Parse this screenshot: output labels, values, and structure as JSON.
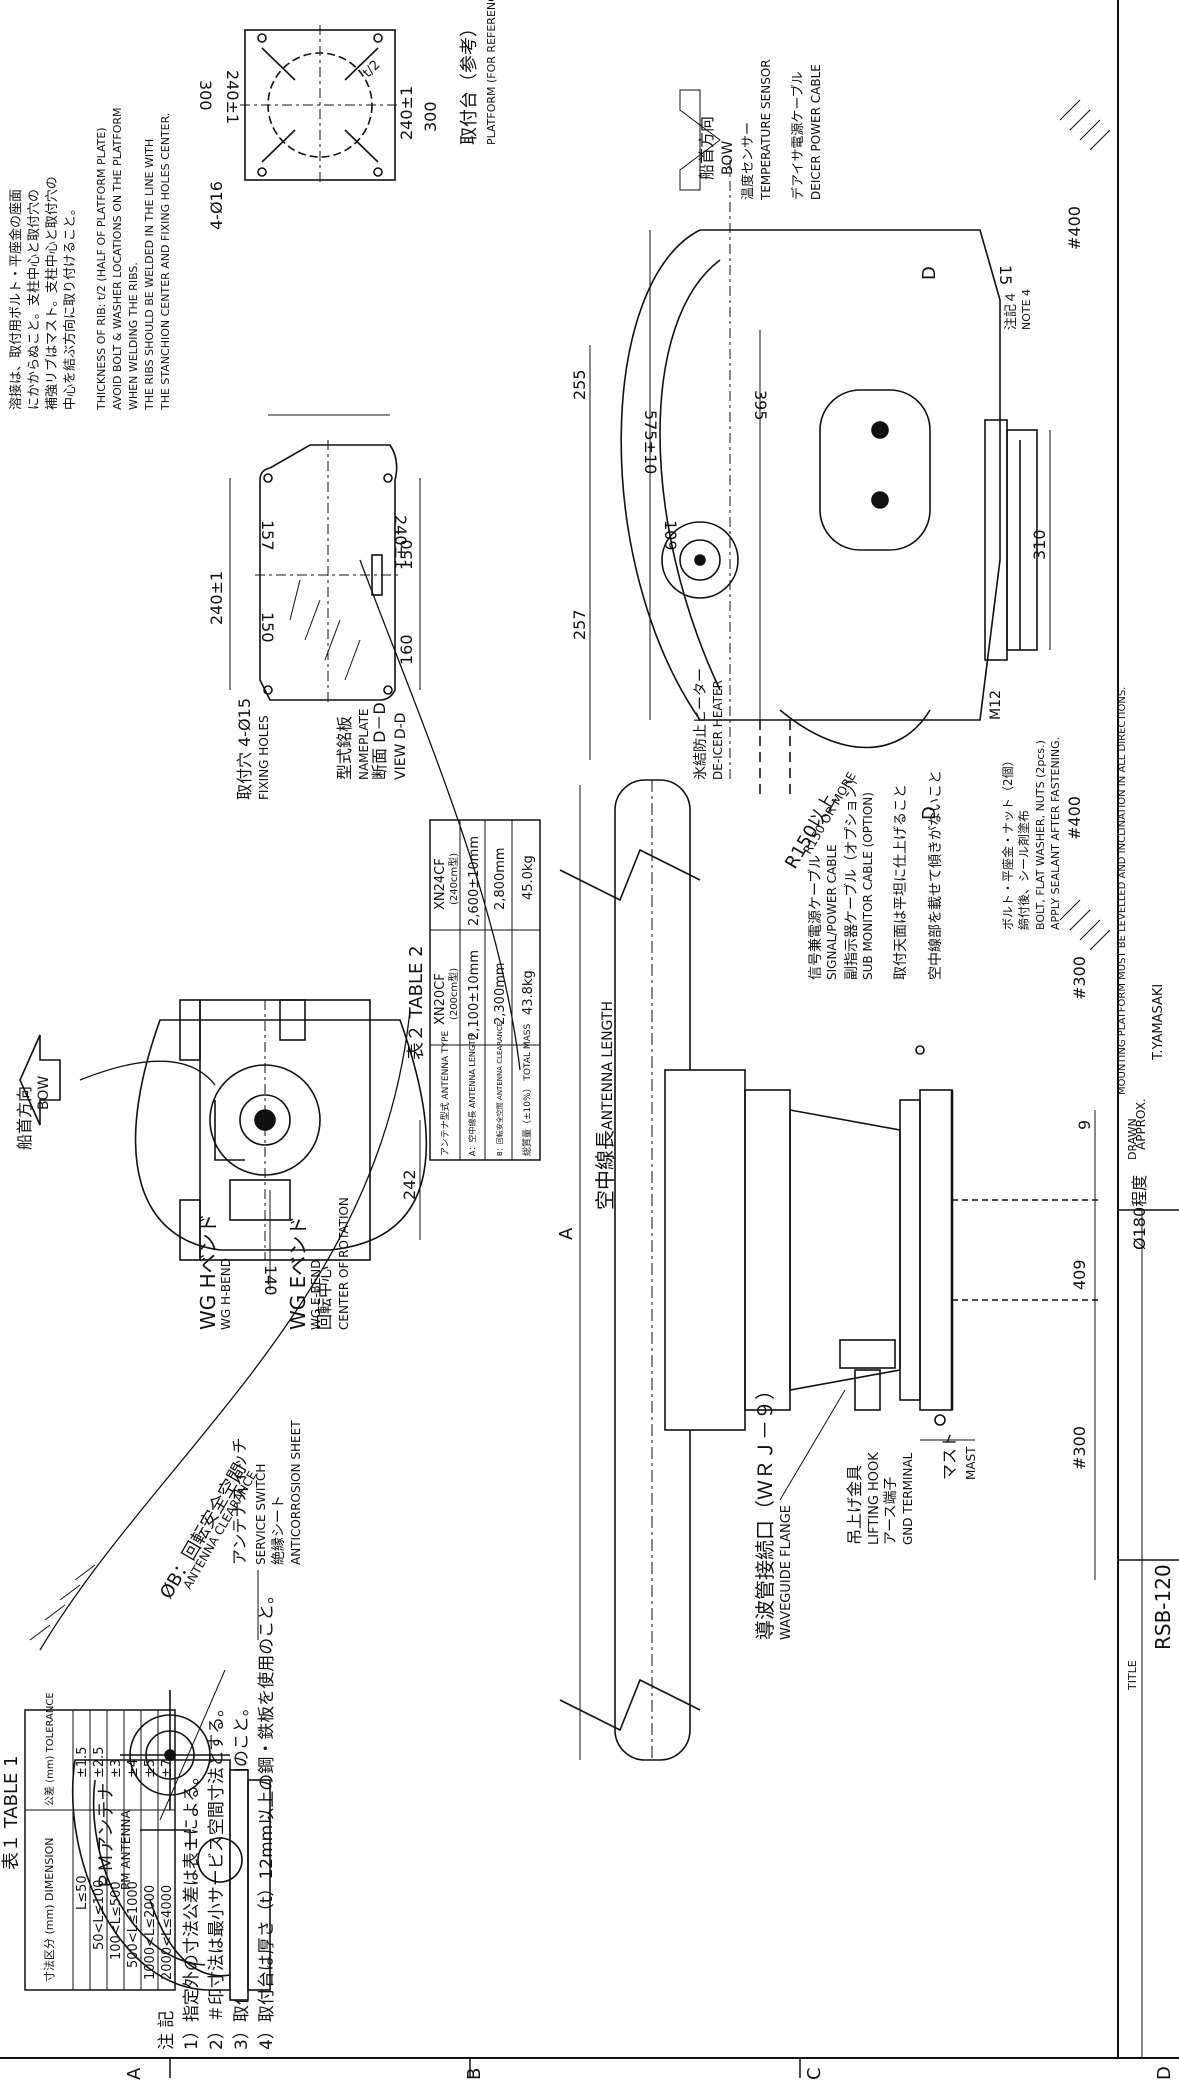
{
  "notes": {
    "heading": "注 記",
    "items": [
      "1）指定外の寸法公差は表１による。",
      "2）＃印寸法は最小サービス空間寸法とする。",
      "3）取付用ネジはＭ１２ボルトを使用のこと。",
      "4）取付台は厚さ（t）12mm以上の鋼・鉄板を使用のこと。"
    ]
  },
  "table1": {
    "title": "表１ TABLE 1",
    "headers": [
      "寸法区分 (mm) DIMENSION",
      "公差 (mm) TOLERANCE"
    ],
    "rows": [
      [
        "L≤50",
        "±1.5"
      ],
      [
        "50<L≤100",
        "±2.5"
      ],
      [
        "100<L≤500",
        "±3"
      ],
      [
        "500<L≤1000",
        "±4"
      ],
      [
        "1000<L≤2000",
        "±5"
      ],
      [
        "2000<L≤4000",
        "±7"
      ]
    ]
  },
  "table2": {
    "title": "表２ TABLE 2",
    "row_labels": [
      "アンテナ型式 ANTENNA TYPE",
      "A：空中線長 ANTENNA LENGTH",
      "B：回転安全空間 ANTENNA CLEARANCE",
      "総質量（±10%） TOTAL MASS"
    ],
    "columns": [
      {
        "type": "XN20CF",
        "sub": "(200cm型)",
        "length": "2,100±10mm",
        "clearance": "2,300mm",
        "mass": "43.8kg"
      },
      {
        "type": "XN24CF",
        "sub": "(240cm型)",
        "length": "2,600±10mm",
        "clearance": "2,800mm",
        "mass": "45.0kg"
      }
    ]
  },
  "side_view": {
    "pm_antenna": "ＰＭアンテナ",
    "pm_antenna_en": "PM ANTENNA",
    "service_switch": "アンテナスイッチ",
    "service_switch_en": "SERVICE SWITCH",
    "anticorrosion": "絶縁シート",
    "anticorrosion_en": "ANTICORROSION SHEET"
  },
  "front_view": {
    "waveguide_flange": "導波管接続口（ＷＲＪ－９）",
    "waveguide_flange_en": "WAVEGUIDE FLANGE",
    "lifting_hook": "吊上げ金具",
    "lifting_hook_en": "LIFTING HOOK",
    "gnd_terminal": "アース端子",
    "gnd_terminal_en": "GND TERMINAL",
    "mast": "マスト",
    "mast_en": "MAST",
    "antenna_length_ja": "空中線長",
    "antenna_length_en": "ANTENNA LENGTH",
    "dim_a": "A",
    "dim_300_left": "#300",
    "dim_409": "409",
    "dim_9": "9",
    "dim_300_right": "#300",
    "dim_180": "Ø180程度",
    "approx": "APPROX.",
    "signal_cable": "信号兼電源ケーブル",
    "signal_cable_en": "SIGNAL/POWER CABLE",
    "sub_monitor": "副指示器ケーブル（オプション）",
    "sub_monitor_en": "SUB MONITOR CABLE (OPTION)",
    "platform_note": "取付天面は平坦に仕上げること",
    "platform_note2": "空中線部を載せて傾きがないこと",
    "mounting_note": "MOUNTING PLATFORM MUST BE LEVELLED AND INCLINATION IN ALL DIRECTIONS."
  },
  "top_view": {
    "bow_ja": "船首方向",
    "bow_en": "BOW",
    "wg_h": "WG Hベンド",
    "wg_h_en": "WG H-BEND",
    "wg_e": "WG Eベンド",
    "wg_e_en": "WG E-BEND",
    "center": "回転中心",
    "center_en": "CENTER OF ROTATION",
    "clearance": "ØB：回転安全空間",
    "clearance_en": "ANTENNA CLEARANCE",
    "dim_140": "140",
    "dim_242": "242"
  },
  "view_dd": {
    "fixing_holes": "取付穴 4-Ø15",
    "fixing_holes_en": "FIXING HOLES",
    "nameplate": "型式銘板",
    "nameplate_en": "NAMEPLATE",
    "section": "断面 D－D",
    "section_en": "VIEW D-D",
    "dim_240_left": "240±1",
    "dim_240_bottom": "240±1",
    "dim_157": "157",
    "dim_150_top": "150",
    "dim_150": "150",
    "dim_160": "160"
  },
  "platform": {
    "dim_300_top": "300",
    "dim_300_bottom": "300",
    "dim_240_top": "240±1",
    "dim_240_bottom": "240±1",
    "rib": "t/2",
    "holes": "4-Ø16",
    "title": "取付台（参考）",
    "title_en": "PLATFORM (FOR REFERENCE)",
    "notes_ja": [
      "溶接は、取付用ボルト・平座金の座面",
      "にかからぬこと。支柱中心と取付穴の",
      "補強リブはマスト。支柱中心と取付穴の",
      "中心を結ぶ方向に取り付けること。"
    ],
    "notes_en": [
      "THICKNESS OF RIB: t/2 (HALF OF PLATFORM PLATE)",
      "AVOID BOLT & WASHER LOCATIONS ON THE PLATFORM",
      "WHEN WELDING THE RIBS.",
      "THE RIBS SHOULD BE WELDED IN THE LINE WITH",
      "THE STANCHION CENTER AND FIXING HOLES CENTER."
    ]
  },
  "right_view": {
    "bow_ja": "船首方向",
    "bow_en": "BOW",
    "temp_sensor": "温度センサー",
    "temp_sensor_en": "TEMPERATURE SENSOR",
    "deicer_cable": "デアイサ電源ケーブル",
    "deicer_cable_en": "DEICER POWER CABLE",
    "deicer": "氷結防止ヒーター",
    "deicer_en": "DE-ICER HEATER",
    "r150": "R150以上",
    "r150_en": "R150 OR MORE",
    "dim_575": "575±10",
    "dim_395": "395",
    "dim_109": "109",
    "dim_255": "255",
    "dim_257": "257",
    "dim_310": "310",
    "dim_15": "15",
    "dim_400_top": "#400",
    "dim_400_bottom": "#400",
    "m12": "M12",
    "note4": "注記４",
    "note4_en": "NOTE 4",
    "d_label": "D",
    "bolt_ja": "ボルト・平座金・ナット（2個）",
    "bolt_ja2": "締付後、シール剤塗布",
    "bolt_en": "BOLT, FLAT WASHER, NUTS (2pcs.)",
    "bolt_en2": "APPLY SEALANT AFTER FASTENING."
  },
  "title_block": {
    "drawn": "DRAWN",
    "drawn_name": "T.YAMASAKI",
    "title": "TITLE",
    "title_value": "RSB-120"
  },
  "margin_letters": [
    "A",
    "B",
    "C",
    "D"
  ]
}
